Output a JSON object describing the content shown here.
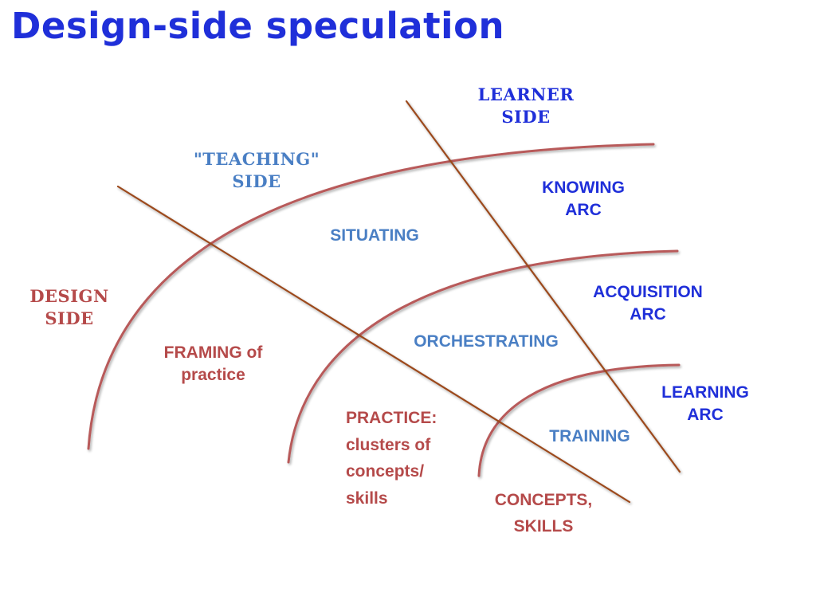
{
  "title": "Design-side speculation",
  "colors": {
    "title": "#1f2fd9",
    "arc_labels": "#1f2fd9",
    "teaching_labels": "#4a7fc4",
    "design_labels": "#b54a4a",
    "arc_stroke": "#b85a5a",
    "divider_stroke": "#9c4a1c"
  },
  "side_labels": {
    "learner": [
      "LEARNER",
      "SIDE"
    ],
    "teaching": [
      "\"TEACHING\"",
      "SIDE"
    ],
    "design": [
      "DESIGN",
      "SIDE"
    ]
  },
  "arc_labels": {
    "knowing": [
      "KNOWING",
      "ARC"
    ],
    "acquisition": [
      "ACQUISITION",
      "ARC"
    ],
    "learning": [
      "LEARNING",
      "ARC"
    ]
  },
  "teaching_labels": {
    "situating": "SITUATING",
    "orchestrating": "ORCHESTRATING",
    "training": "TRAINING"
  },
  "design_labels": {
    "framing": [
      "FRAMING of",
      "practice"
    ],
    "practice": [
      "PRACTICE:",
      "clusters of",
      "concepts/",
      "skills"
    ],
    "concepts": [
      "CONCEPTS,",
      "SKILLS"
    ]
  }
}
